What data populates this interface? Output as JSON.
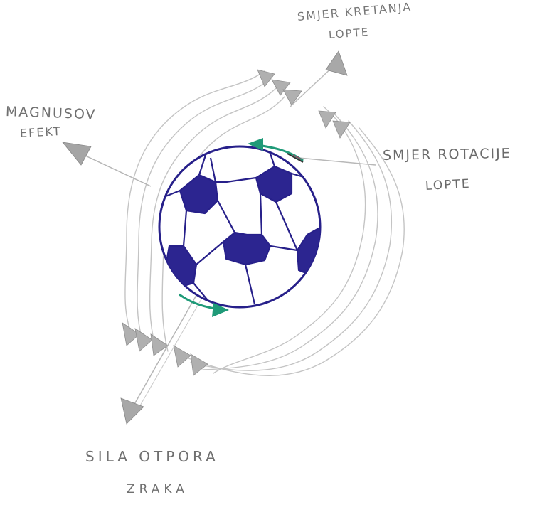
{
  "labels": {
    "magnus_line1": "MAGNUSOV",
    "magnus_line2": "EFEKT",
    "movement_line1": "SMJER KRETANJA",
    "movement_line2": "LOPTE",
    "rotation_line1": "SMJER ROTACIJE",
    "rotation_line2": "LOPTE",
    "drag_line1": "SILA OTPORA",
    "drag_line2": "ZRAKA"
  },
  "colors": {
    "ball_ink": "#27208a",
    "ball_fill": "#2c2590",
    "pencil": "#b8b8b8",
    "pencil_dark": "#9a9a9a",
    "rotation_arrow": "#1f9a78",
    "label_text": "#707070"
  },
  "icons": {
    "ball": "soccer-ball-icon",
    "arrows": "pencil-arrow-icon"
  }
}
